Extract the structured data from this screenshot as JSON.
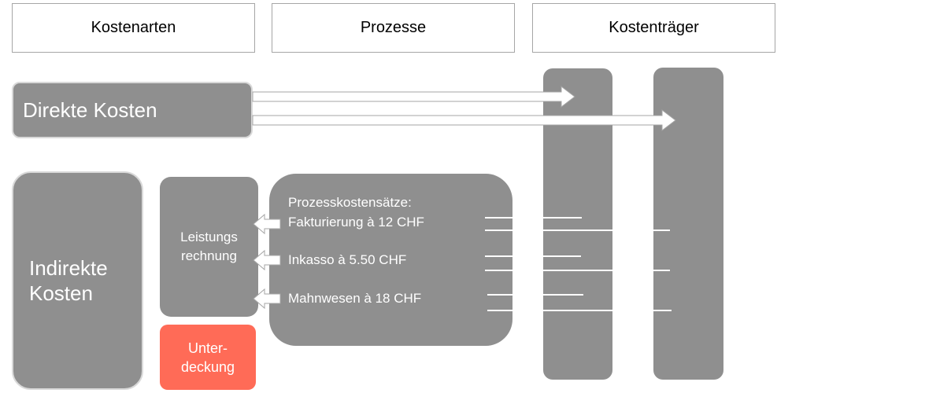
{
  "headers": {
    "cost_types": "Kostenarten",
    "processes": "Prozesse",
    "cost_units": "Kostenträger"
  },
  "direct_costs": "Direkte Kosten",
  "indirect_costs": "Indirekte\nKosten",
  "performance_accounting": "Leistungs\nrechnung",
  "under_coverage": "Unter-\ndeckung",
  "process_box": {
    "title": "Prozesskostensätze:",
    "items": [
      "Fakturierung à 12 CHF",
      "Inkasso à 5.50 CHF",
      "Mahnwesen à 18 CHF"
    ]
  },
  "colors": {
    "box_fill": "#8f8f8f",
    "box_border": "#d9d9d9",
    "under_coverage_fill": "#ff6b57",
    "header_border": "#a6a6a6"
  }
}
